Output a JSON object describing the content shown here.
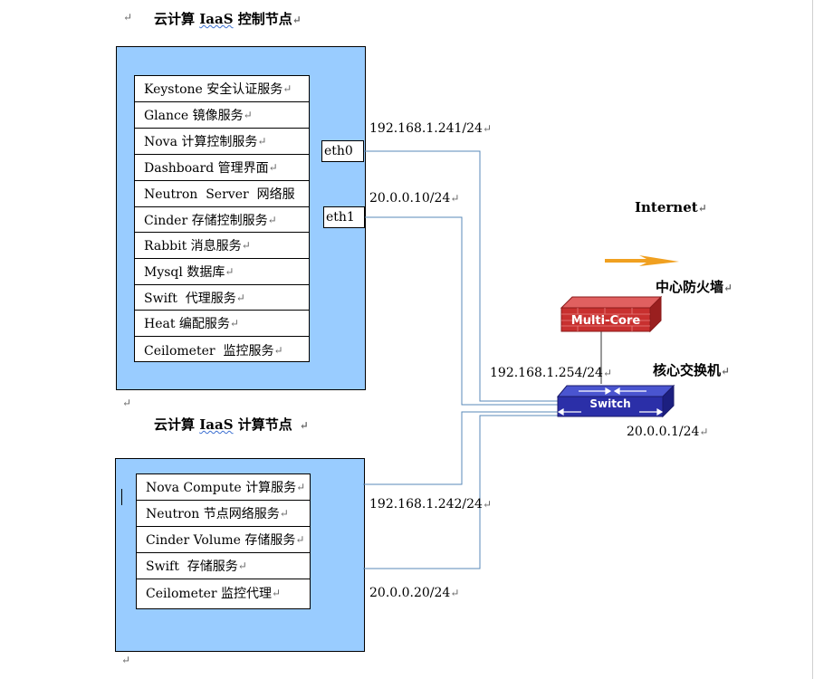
{
  "paragraph_mark": "↵",
  "control_title": {
    "part1": "云计算 ",
    "part2": "IaaS",
    "part3": " 控制节点"
  },
  "compute_title": {
    "part1": "云计算 ",
    "part2": "IaaS",
    "part3": " 计算节点"
  },
  "control_services": [
    "Keystone 安全认证服务",
    "Glance 镜像服务",
    "Nova 计算控制服务",
    "Dashboard 管理界面",
    "Neutron  Server  网络服",
    "Cinder 存储控制服务",
    "Rabbit 消息服务",
    "Mysql 数据库",
    "Swift  代理服务",
    "Heat 编配服务",
    "Ceilometer  监控服务"
  ],
  "compute_services": [
    "Nova Compute 计算服务",
    "Neutron 节点网络服务",
    "Cinder Volume 存储服务",
    "Swift  存储服务",
    "Ceilometer 监控代理"
  ],
  "ports": {
    "eth0": "eth0",
    "eth1": "eth1"
  },
  "ips": {
    "ctrl_eth0": "192.168.1.241/24",
    "ctrl_eth1": "20.0.0.10/24",
    "switch_mgmt": "192.168.1.254/24",
    "switch_data": "20.0.0.1/24",
    "comp_mgmt": "192.168.1.242/24",
    "comp_data": "20.0.0.20/24"
  },
  "network": {
    "internet": "Internet",
    "firewall_label": "中心防火墙",
    "firewall_device": "Multi-Core",
    "switch_label": "核心交换机",
    "switch_device": "Switch"
  },
  "colors": {
    "node_fill": "#99ccff",
    "link": "#5a8ab8",
    "firewall": "#c8302f",
    "switch": "#2b2fa8",
    "lightning": "#f0a020"
  }
}
